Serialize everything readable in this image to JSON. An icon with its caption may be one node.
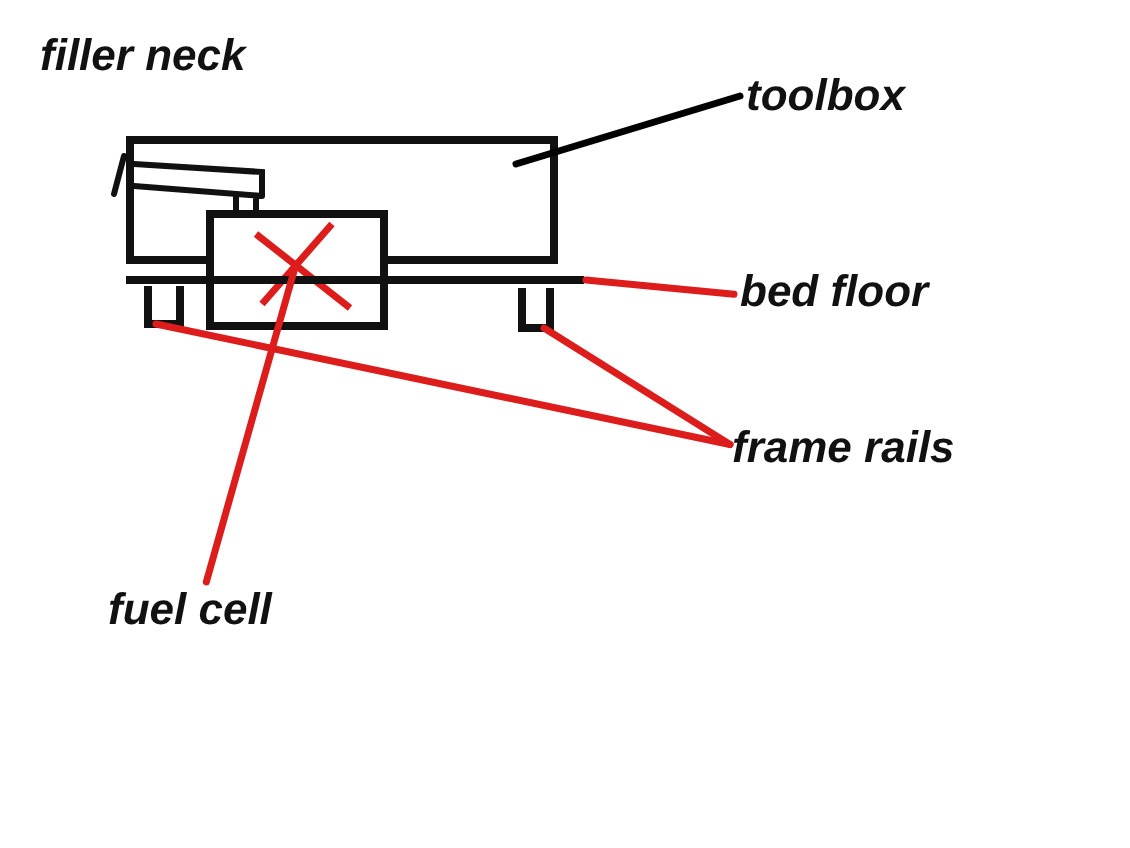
{
  "diagram": {
    "nodes": [
      {
        "text": [
          "toolbox"
        ]
      },
      {
        "text": [],
        "shape": "box"
      },
      {
        "text": [
          "bed floor"
        ]
      },
      {
        "text": [],
        "shape": "line"
      },
      {
        "text": [
          "frame rails"
        ]
      },
      {
        "text": [],
        "shape": "channel"
      },
      {
        "text": [],
        "shape": "channel"
      },
      {
        "text": [
          "fuel cell"
        ]
      },
      {
        "text": [],
        "shape": "box"
      }
    ],
    "edges": [
      {
        "from": 0,
        "to": 1,
        "arrow": "none",
        "color": "#000000"
      },
      {
        "from": 2,
        "to": 3,
        "arrow": "none"
      },
      {
        "from": 4,
        "to": 5,
        "arrow": "none"
      },
      {
        "from": 4,
        "to": 6,
        "arrow": "none"
      },
      {
        "from": 7,
        "to": 8,
        "arrow": "none"
      }
    ],
    "labels": [
      "filler neck"
    ]
  }
}
